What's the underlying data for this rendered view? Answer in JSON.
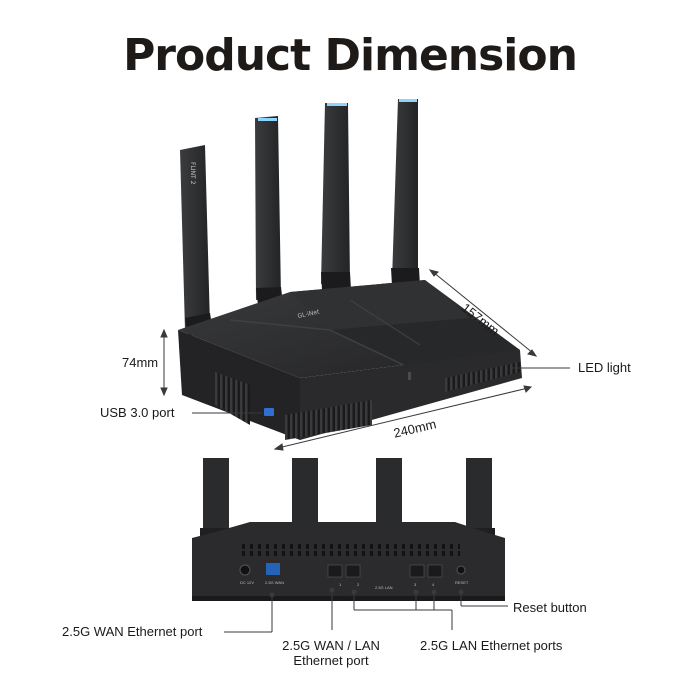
{
  "title": "Product Dimension",
  "dimensions": {
    "height": "74mm",
    "depth": "157mm",
    "width": "240mm"
  },
  "callouts": {
    "led_light": "LED light",
    "usb_port": "USB 3.0 port",
    "reset_button": "Reset button",
    "wan_port": "2.5G WAN Ethernet port",
    "wan_lan_port_line1": "2.5G WAN / LAN",
    "wan_lan_port_line2": "Ethernet port",
    "lan_ports": "2.5G LAN Ethernet ports"
  },
  "device_text": {
    "brand": "GL·iNet",
    "model_badge": "FLINT 2",
    "dc_label": "DC 12V",
    "wan_label": "2.5G WAN",
    "lan_label": "2.5G LAN",
    "reset_label": "RESET",
    "port_numbers": [
      "1",
      "2",
      "3",
      "4"
    ]
  },
  "colors": {
    "device_body": "#2b2b2d",
    "device_dark": "#1d1d1f",
    "antenna": "#2e2f31",
    "antenna_highlight": "#8fd3ff",
    "line": "#3a3a3a"
  }
}
